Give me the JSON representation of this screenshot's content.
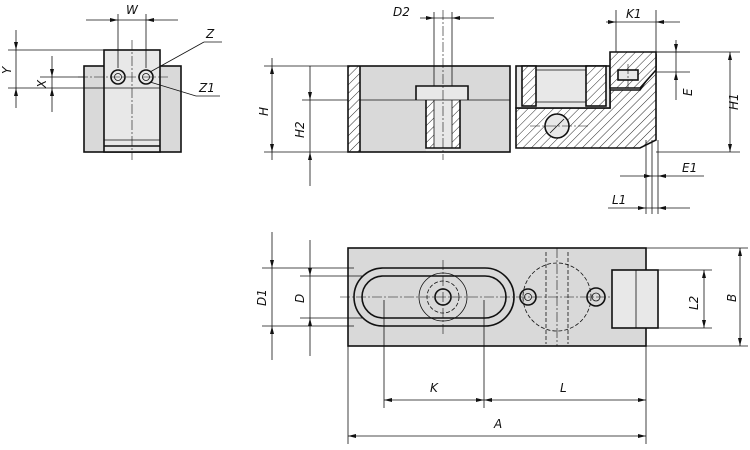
{
  "labels": {
    "W": "W",
    "Z": "Z",
    "Z1": "Z1",
    "Y": "Y",
    "X": "X",
    "D2": "D2",
    "K1": "K1",
    "E": "E",
    "H1": "H1",
    "H": "H",
    "H2": "H2",
    "E1": "E1",
    "L1": "L1",
    "D1": "D1",
    "D": "D",
    "L2": "L2",
    "B": "B",
    "K": "K",
    "L": "L",
    "A": "A"
  },
  "colors": {
    "line": "#111111",
    "part_fill": "#d9d9d9",
    "background": "#ffffff"
  }
}
